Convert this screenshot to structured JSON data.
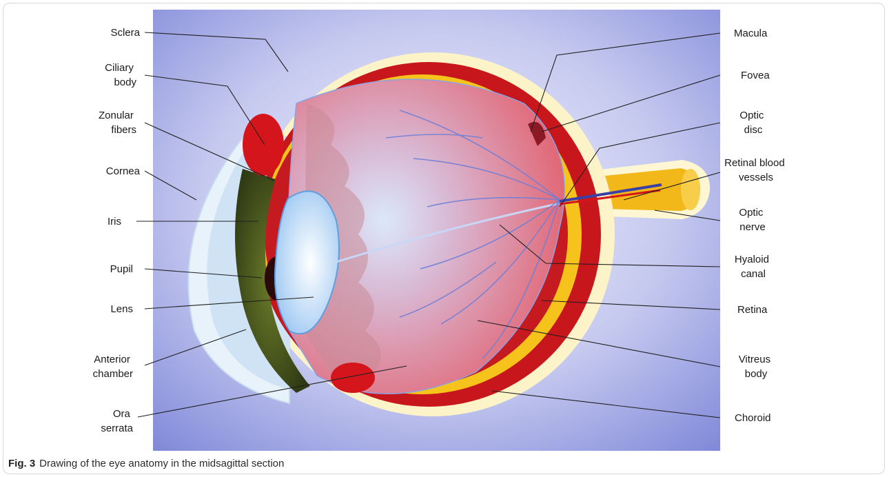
{
  "labels": {
    "sclera": [
      "Sclera"
    ],
    "ciliary_body": [
      "Ciliary",
      "body"
    ],
    "zonular_fibers": [
      "Zonular",
      "fibers"
    ],
    "cornea": [
      "Cornea"
    ],
    "iris": [
      "Iris"
    ],
    "pupil": [
      "Pupil"
    ],
    "lens": [
      "Lens"
    ],
    "anterior_chamber": [
      "Anterior",
      "chamber"
    ],
    "ora_serrata": [
      "Ora",
      "serrata"
    ],
    "macula": [
      "Macula"
    ],
    "fovea": [
      "Fovea"
    ],
    "optic_disc": [
      "Optic",
      "disc"
    ],
    "retinal_blood_vessels": [
      "Retinal blood",
      "vessels"
    ],
    "optic_nerve": [
      "Optic",
      "nerve"
    ],
    "hyaloid_canal": [
      "Hyaloid",
      "canal"
    ],
    "retina": [
      "Retina"
    ],
    "vitreus_body": [
      "Vitreus",
      "body"
    ],
    "choroid": [
      "Choroid"
    ]
  },
  "caption": {
    "label": "Fig. 3",
    "text": "Drawing of the eye anatomy in the midsagittal section"
  },
  "colors": {
    "background": "#aab0e6",
    "sclera": "#fdf3c8",
    "choroid": "#c7171d",
    "retina": "#f6c21c",
    "vitreous": "#e46f7a",
    "lens": "#cfe4fb",
    "iris": "#3f4a1c",
    "vessel": "#6f7fd6"
  }
}
